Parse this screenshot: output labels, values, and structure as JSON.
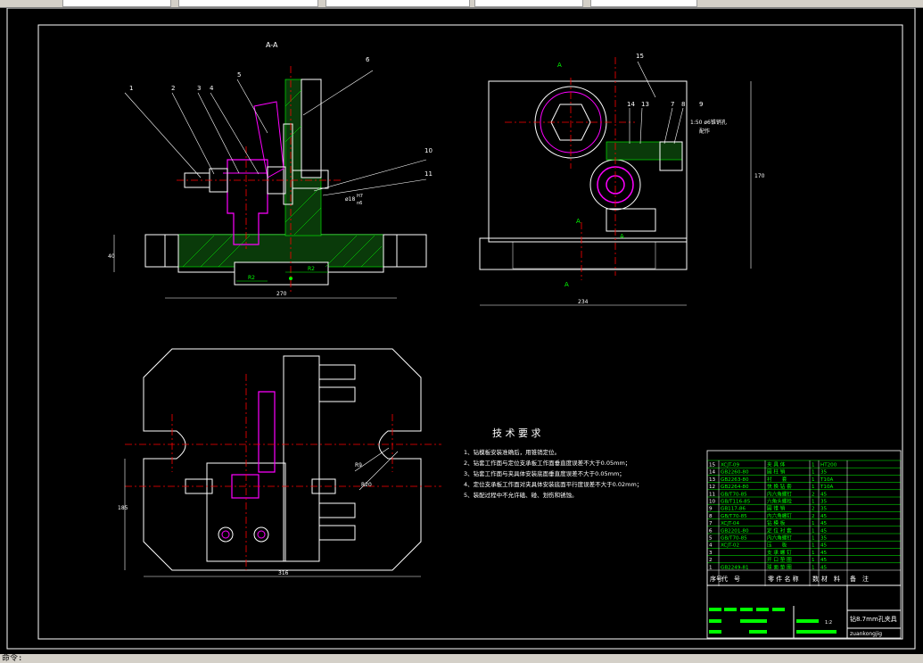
{
  "section_label": "A-A",
  "tech_req": {
    "title": "技 术 要 求",
    "lines": [
      "1、钻模板安装准确后，用锥销定位。",
      "2、钻套工作面与定位支承板工作面垂直度误差不大于0.05mm；",
      "3、钻套工作面与夹具体安装底面垂直度误差不大于0.05mm；",
      "4、定位支承板工作面对夹具体安装底面平行度误差不大于0.02mm；",
      "5、装配过程中不允许磕、碰、划伤和锈蚀。"
    ]
  },
  "balloons_front": [
    "1",
    "2",
    "3",
    "4",
    "5",
    "6",
    "10",
    "11"
  ],
  "balloons_side": [
    "15",
    "14",
    "13",
    "7",
    "8",
    "9"
  ],
  "side_note": [
    "1:50 ø6锥销孔",
    "配作"
  ],
  "fit_note": [
    "ø18",
    "H7",
    "n6"
  ],
  "dim_labels": {
    "front_width": "270",
    "front_height": "40",
    "r_small": "R2",
    "r_large": "R2",
    "side_width": "234",
    "side_height": "170",
    "top_width": "316",
    "top_height": "185",
    "r9": "R9",
    "r20": "R20"
  },
  "section_marks": [
    "A",
    "A",
    "A",
    "A"
  ],
  "bom": {
    "rows": [
      [
        "15",
        "XCJT-09",
        "夹 具 体",
        "1",
        "HT200",
        ""
      ],
      [
        "14",
        "GB2260-80",
        "圆 柱 销",
        "1",
        "35",
        ""
      ],
      [
        "13",
        "GB2263-80",
        "衬　　套",
        "1",
        "T10A",
        ""
      ],
      [
        "12",
        "GB2264-80",
        "快 换 钻 套",
        "1",
        "T10A",
        ""
      ],
      [
        "11",
        "GB/T70-85",
        "内六角螺钉",
        "2",
        "45",
        ""
      ],
      [
        "10",
        "GB/T116-85",
        "六角头螺栓",
        "1",
        "35",
        ""
      ],
      [
        "9",
        "GB117-86",
        "圆 锥 销",
        "2",
        "35",
        ""
      ],
      [
        "8",
        "GB/T70-85",
        "内六角螺钉",
        "2",
        "45",
        ""
      ],
      [
        "7",
        "XCJT-04",
        "钻 模 板",
        "1",
        "45",
        ""
      ],
      [
        "6",
        "GB2201-80",
        "定 位 衬 套",
        "1",
        "45",
        ""
      ],
      [
        "5",
        "GB/T70-85",
        "内六角螺钉",
        "1",
        "35",
        ""
      ],
      [
        "4",
        "XCJT-02",
        "压　　板",
        "1",
        "45",
        ""
      ],
      [
        "3",
        "",
        "支 承 螺 钉",
        "1",
        "45",
        ""
      ],
      [
        "2",
        "",
        "开 口 垫 圈",
        "1",
        "45",
        ""
      ],
      [
        "1",
        "GB2249-81",
        "球 面 垫 圈",
        "1",
        "45",
        ""
      ]
    ],
    "header": [
      "序号",
      "代　号",
      "零 件 名 称",
      "数",
      "材　料",
      "备　注"
    ],
    "drawing_title": "钻8.7mm孔夹具",
    "company": "zuankongjig",
    "scale_label": "1:2"
  },
  "status": {
    "cmd": "命令:"
  }
}
